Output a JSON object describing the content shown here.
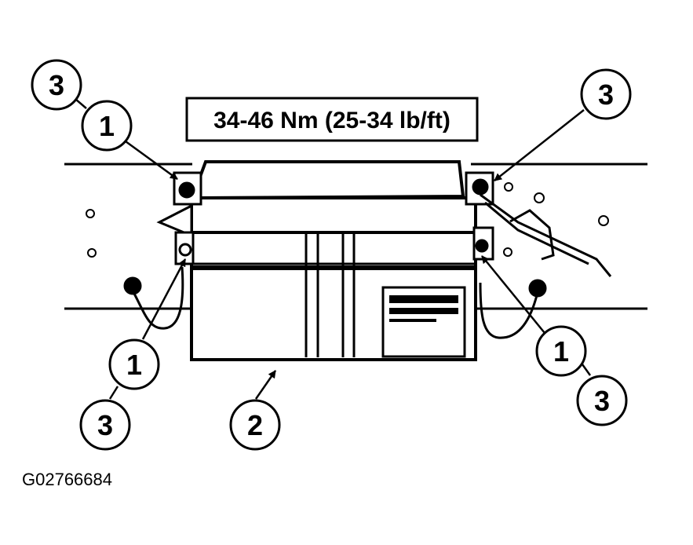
{
  "torque_spec": "34-46 Nm (25-34 lb/ft)",
  "figure_id": "G02766684",
  "callouts": {
    "top_left_outer": "3",
    "top_left_inner": "1",
    "top_right": "3",
    "bottom_left_inner": "1",
    "bottom_left_outer": "3",
    "bottom_center": "2",
    "bottom_right_inner": "1",
    "bottom_right_outer": "3"
  },
  "colors": {
    "ink": "#000000",
    "paper": "#ffffff"
  }
}
